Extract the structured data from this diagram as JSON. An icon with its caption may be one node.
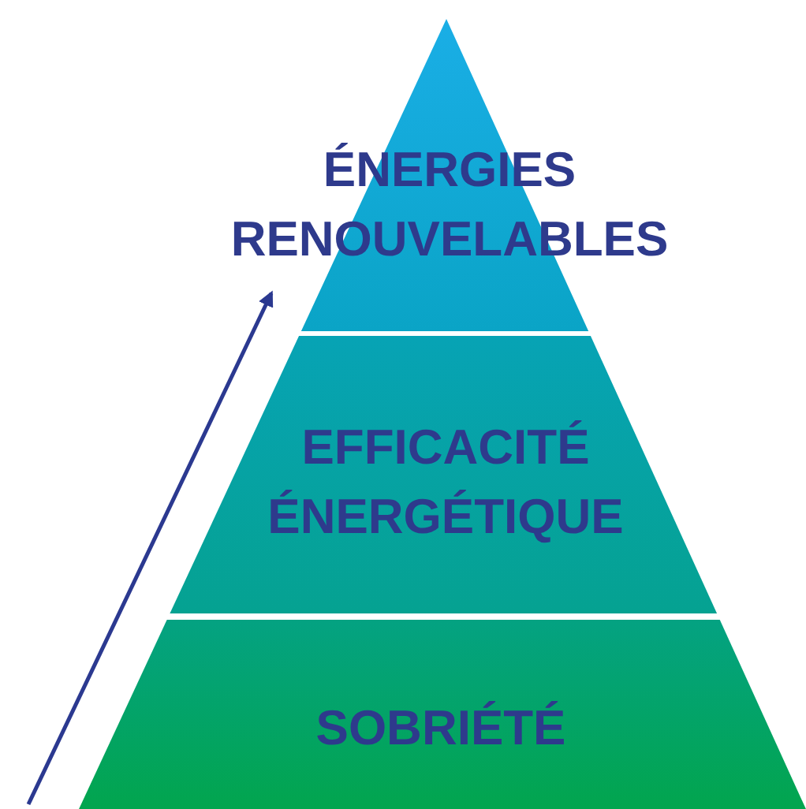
{
  "diagram": {
    "nodes": [
      {
        "text": [
          "ÉNERGIES RENOUVELABLES"
        ]
      },
      {
        "text": [
          "EFFICACITÉ ÉNERGÉTIQUE"
        ]
      },
      {
        "text": [
          "SOBRIÉTÉ"
        ]
      }
    ]
  }
}
